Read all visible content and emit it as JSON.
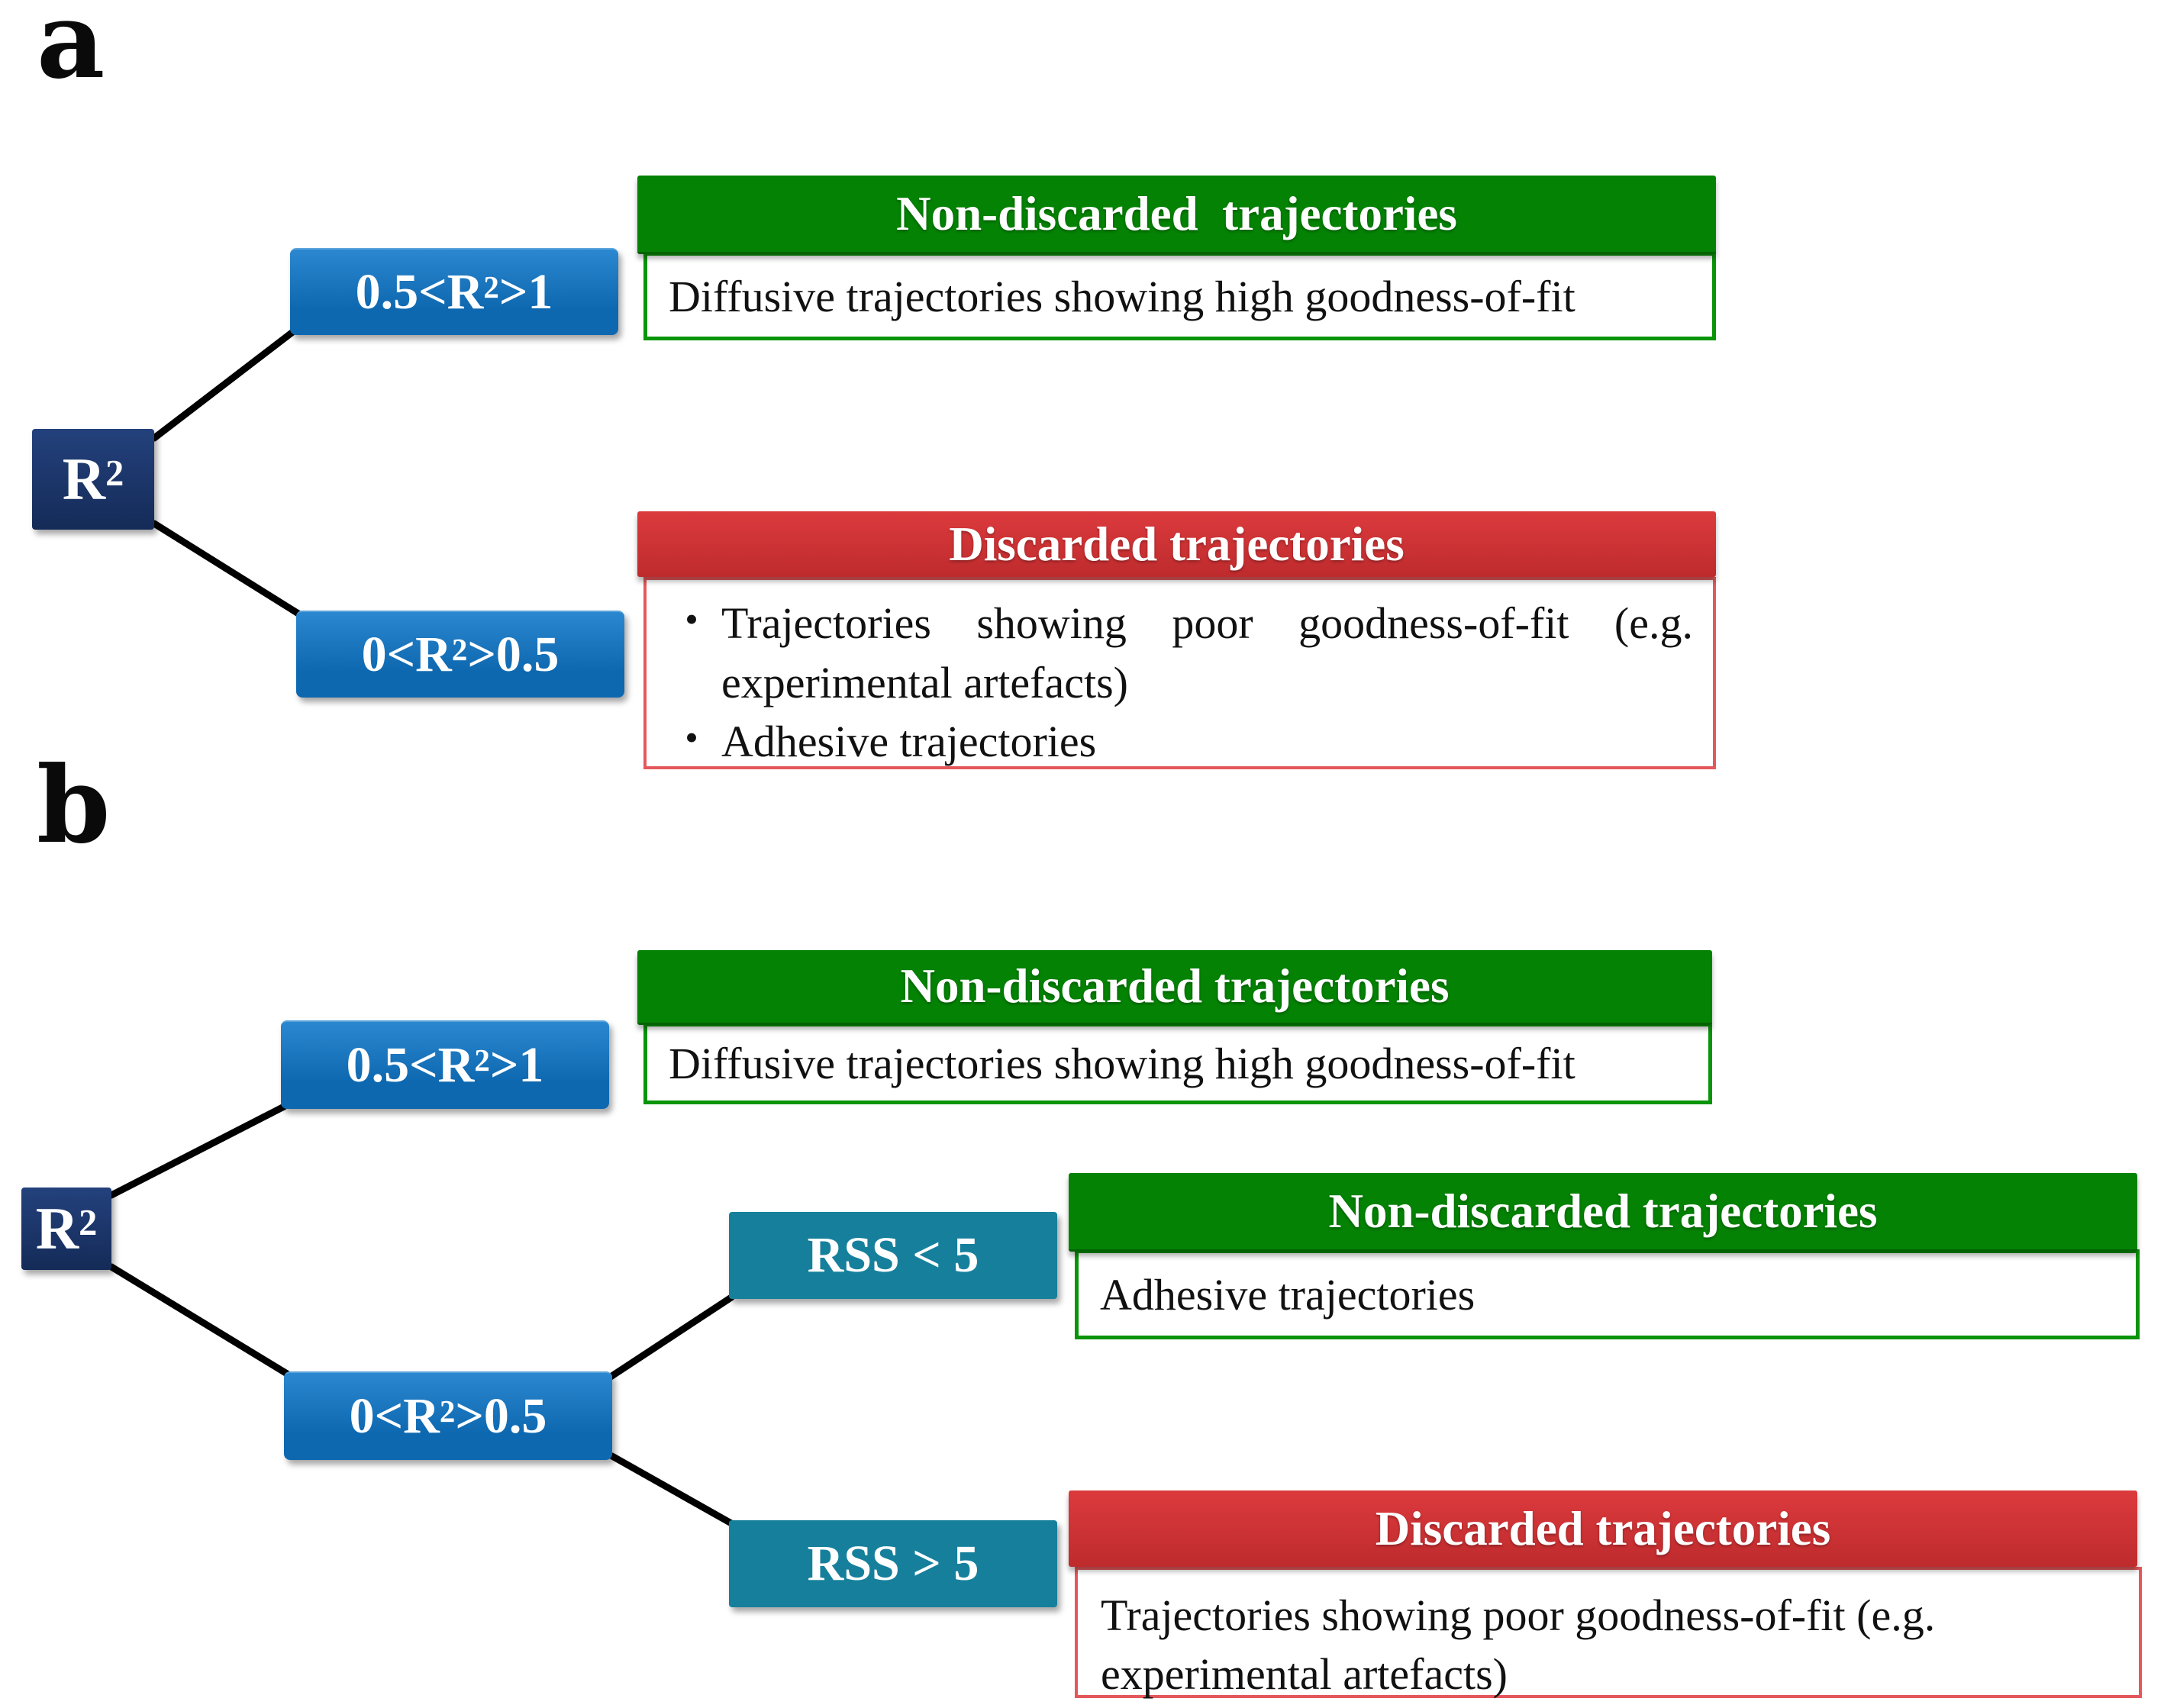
{
  "figure": {
    "panels": [
      {
        "label": "a",
        "root": {
          "pre": "R",
          "sup": "2",
          "post": ""
        },
        "level1": [
          {
            "pre": "0.5<R",
            "sup": "2",
            "post": " >1"
          },
          {
            "pre": "0<R",
            "sup": "2",
            "post": " >0.5"
          }
        ],
        "outcomes": [
          {
            "title": "Non-discarded  trajectories",
            "body": [
              "Diffusive trajectories showing high goodness-of-fit"
            ]
          },
          {
            "title": "Discarded trajectories",
            "body": [
              "Trajectories showing poor goodness-of-fit (e.g. experimental artefacts)",
              "Adhesive trajectories"
            ]
          }
        ]
      },
      {
        "label": "b",
        "root": {
          "pre": "R",
          "sup": "2",
          "post": ""
        },
        "level1": [
          {
            "pre": "0.5<R",
            "sup": "2",
            "post": " >1"
          },
          {
            "pre": "0<R",
            "sup": "2",
            "post": " >0.5"
          }
        ],
        "level2": [
          {
            "label": "RSS < 5"
          },
          {
            "label": "RSS > 5"
          }
        ],
        "outcomes": [
          {
            "title": "Non-discarded trajectories",
            "body": [
              "Diffusive trajectories showing high goodness-of-fit"
            ]
          },
          {
            "title": "Non-discarded trajectories",
            "body": [
              "Adhesive trajectories"
            ]
          },
          {
            "title": "Discarded trajectories",
            "body": [
              "Trajectories showing poor goodness-of-fit (e.g. experimental artefacts)"
            ]
          }
        ]
      }
    ],
    "colors": {
      "positive_header": "#048204",
      "positive_border": "#0A9409",
      "negative_header_top": "#DC3A3D",
      "negative_header_bottom": "#BE2B2D",
      "negative_border": "#E4585B",
      "condition_blue_top": "#2B87CF",
      "condition_blue_bottom": "#0D68B0",
      "root_navy": "#1B3467",
      "rss_teal": "#16809C",
      "connector_black": "#000000"
    }
  }
}
